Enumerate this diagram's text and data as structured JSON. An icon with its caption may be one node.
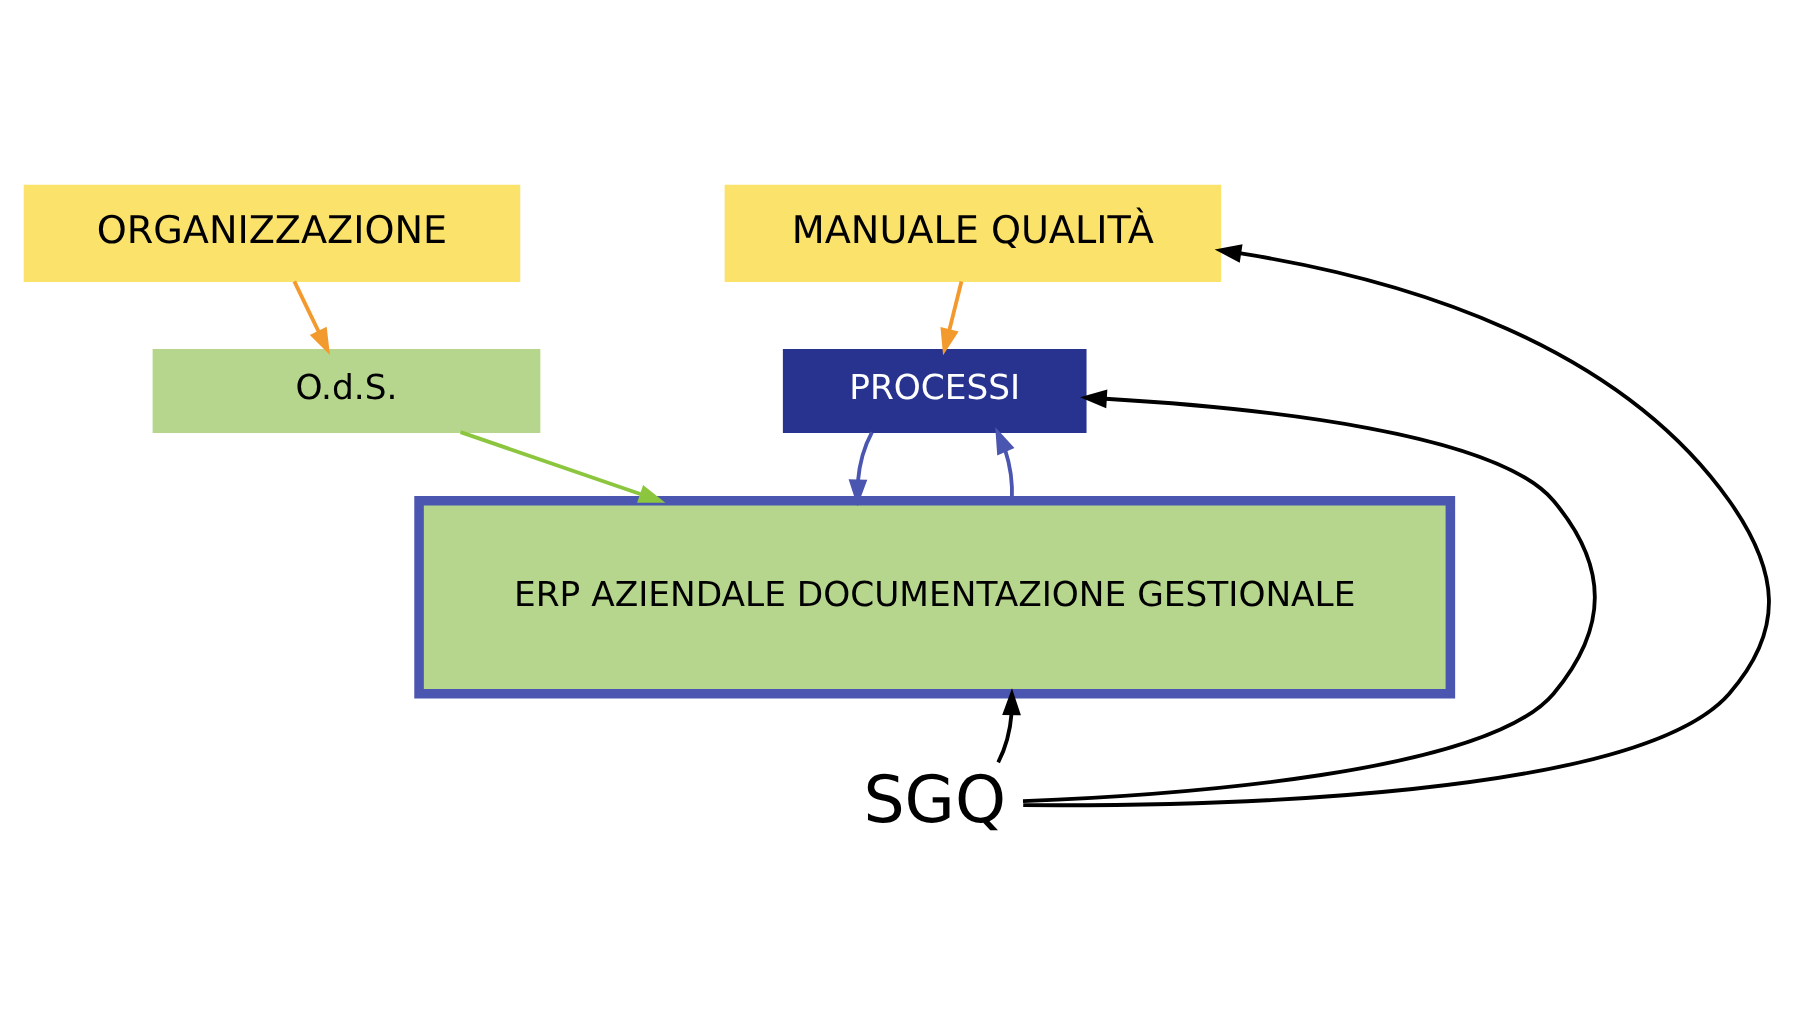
{
  "diagram": {
    "nodes": [
      {
        "text": [
          "ORGANIZZAZIONE"
        ]
      },
      {
        "text": [
          "MANUALE QUALITÀ"
        ]
      },
      {
        "text": [
          "O.d.S."
        ]
      },
      {
        "text": [
          "PROCESSI"
        ]
      },
      {
        "text": [
          "ERP AZIENDALE DOCUMENTAZIONE GESTIONALE"
        ]
      },
      {
        "text": [
          "SGQ"
        ]
      }
    ],
    "edges": [
      {
        "from": 0,
        "to": 2,
        "arrow": "to",
        "color": "#f39a2e"
      },
      {
        "from": 1,
        "to": 3,
        "arrow": "to",
        "color": "#f39a2e"
      },
      {
        "from": 2,
        "to": 4,
        "arrow": "to",
        "color": "#8cc63f"
      },
      {
        "from": 3,
        "to": 4,
        "arrow": "to",
        "color": "#4a56b0"
      },
      {
        "from": 4,
        "to": 3,
        "arrow": "to",
        "color": "#4a56b0"
      },
      {
        "from": 5,
        "to": 4,
        "arrow": "to"
      },
      {
        "from": 5,
        "to": 3,
        "arrow": "to"
      },
      {
        "from": 5,
        "to": 1,
        "arrow": "to"
      }
    ]
  }
}
